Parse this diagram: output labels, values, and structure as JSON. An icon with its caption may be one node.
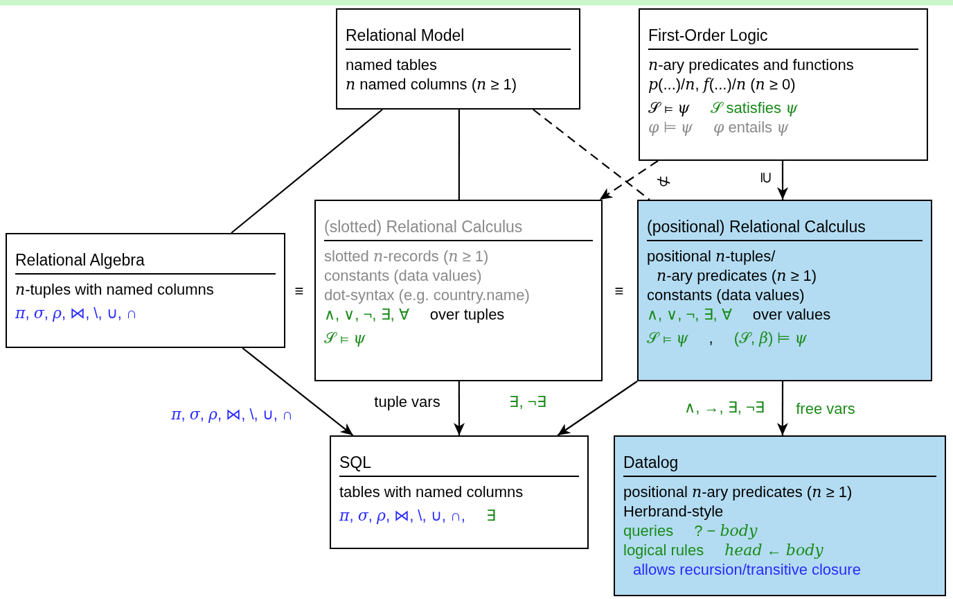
{
  "diagram": {
    "nodes": [
      {
        "text": [
          "Relational Model",
          "named tables",
          "*n* named columns (*n* ≥ 1)"
        ]
      },
      {
        "text": [
          "First-Order Logic",
          "*n*-ary predicates and functions",
          "*p*(...)/*n*, *f*(...)/*n* (*n* ≥ 0)",
          "𝒮 ⊨ *ψ*",
          "𝒮 satisfies *ψ*",
          "*φ* ⊨ *ψ*",
          "*φ* entails *ψ*"
        ]
      },
      {
        "text": [
          "Relational Algebra",
          "*n*-tuples with named columns",
          "*π*, *σ*, *ρ*, ⋈, \\, ∪, ∩"
        ]
      },
      {
        "text": [
          "(slotted) Relational Calculus",
          "slotted *n*-records (*n* ≥ 1)",
          "constants (data values)",
          "dot-syntax (e.g. country.name)",
          "∧, ∨, ¬, ∃, ∀",
          "over tuples",
          "𝒮 ⊨ *ψ*"
        ]
      },
      {
        "text": [
          "(positional) Relational Calculus",
          "positional *n*-tuples/",
          "*n*-ary predicates (*n* ≥ 1)",
          "constants (data values)",
          "∧, ∨, ¬, ∃, ∀",
          "over values",
          "𝒮 ⊨ *ψ*",
          ",",
          "(𝒮, *β*) ⊨ *ψ*"
        ]
      },
      {
        "text": [
          "SQL",
          "tables with named columns",
          "*π*, *σ*, *ρ*, ⋈, \\, ∪, ∩,",
          "∃"
        ]
      },
      {
        "text": [
          "Datalog",
          "positional *n*-ary predicates (*n* ≥ 1)",
          "Herbrand-style",
          "queries",
          "? − *body*",
          "logical rules",
          "*head* ← *body*",
          "allows recursion/transitive closure"
        ]
      }
    ],
    "edges": [
      {
        "from": 0,
        "to": 2,
        "arrow": "none"
      },
      {
        "from": 0,
        "to": 3,
        "arrow": "none"
      },
      {
        "from": 0,
        "to": 4,
        "arrow": "none",
        "style": "dashed"
      },
      {
        "from": 1,
        "to": 3,
        "arrow": "to",
        "style": "dashed",
        "label": "⊄"
      },
      {
        "from": 1,
        "to": 4,
        "arrow": "to",
        "label": "⊇"
      },
      {
        "from": 2,
        "to": 5,
        "arrow": "to",
        "label": "*π*, *σ*, *ρ*, ⋈, \\, ∪, ∩"
      },
      {
        "from": 3,
        "to": 5,
        "arrow": "to",
        "label": "tuple vars"
      },
      {
        "from": 4,
        "to": 5,
        "arrow": "to",
        "label": "∃, ¬∃"
      },
      {
        "from": 4,
        "to": 6,
        "arrow": "to",
        "label": "∧, →, ∃, ¬∃"
      }
    ],
    "labels": [
      "≡",
      "≡",
      "free vars"
    ]
  }
}
